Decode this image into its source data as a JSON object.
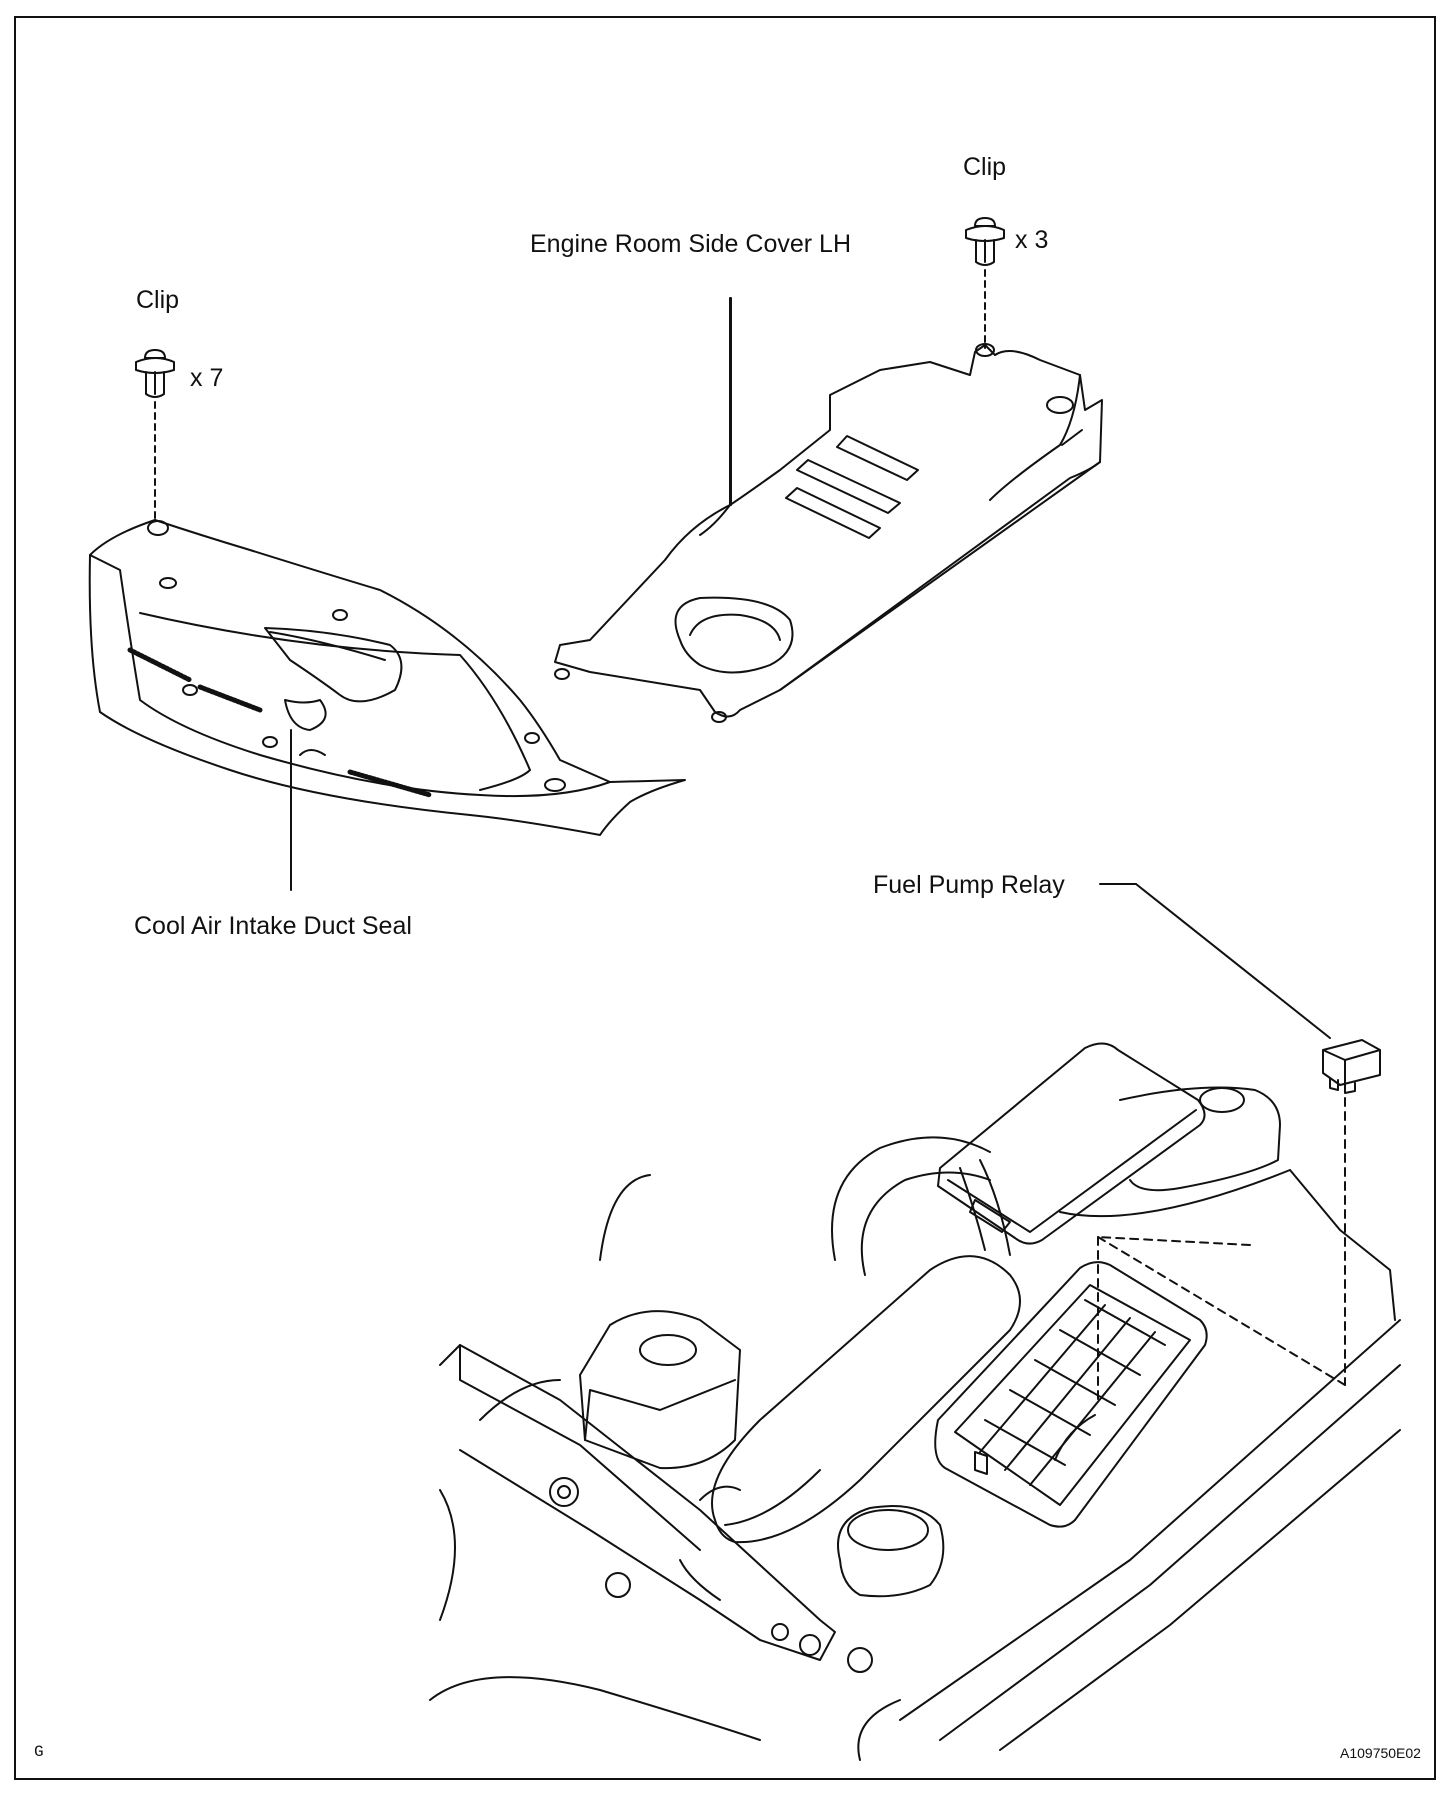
{
  "labels": {
    "clip_right": "Clip",
    "clip_right_qty": "x 3",
    "clip_left": "Clip",
    "clip_left_qty": "x 7",
    "engine_room_side_cover": "Engine Room Side Cover LH",
    "cool_air_intake_duct_seal": "Cool Air Intake Duct Seal",
    "fuel_pump_relay": "Fuel Pump Relay"
  },
  "footer": {
    "corner_letter": "G",
    "figure_code": "A109750E02"
  }
}
